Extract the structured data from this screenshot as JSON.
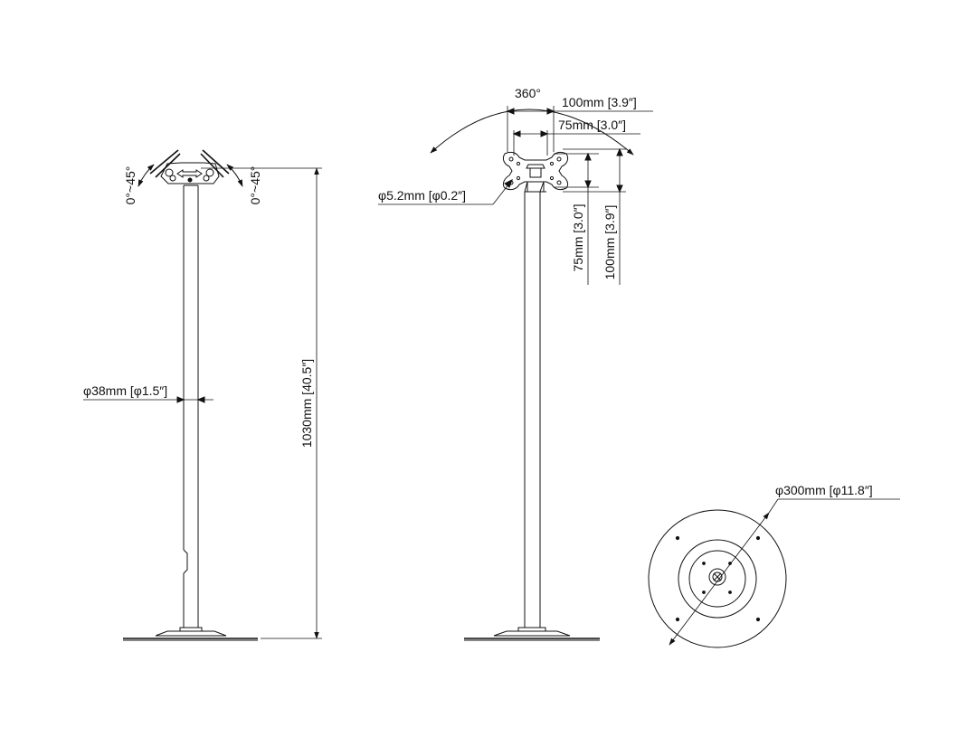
{
  "side_view": {
    "tilt_left_label": "0°~45°",
    "tilt_right_label": "0°~45°",
    "pole_diameter_label": "φ38mm [φ1.5″]",
    "height_label": "1030mm [40.5″]"
  },
  "front_view": {
    "rotation_label": "360°",
    "vesa_100_h_label": "100mm [3.9″]",
    "vesa_75_h_label": "75mm [3.0″]",
    "vesa_75_v_label": "75mm [3.0″]",
    "vesa_100_v_label": "100mm [3.9″]",
    "hole_diameter_label": "φ5.2mm [φ0.2″]"
  },
  "base_view": {
    "base_diameter_label": "φ300mm [φ11.8″]"
  }
}
